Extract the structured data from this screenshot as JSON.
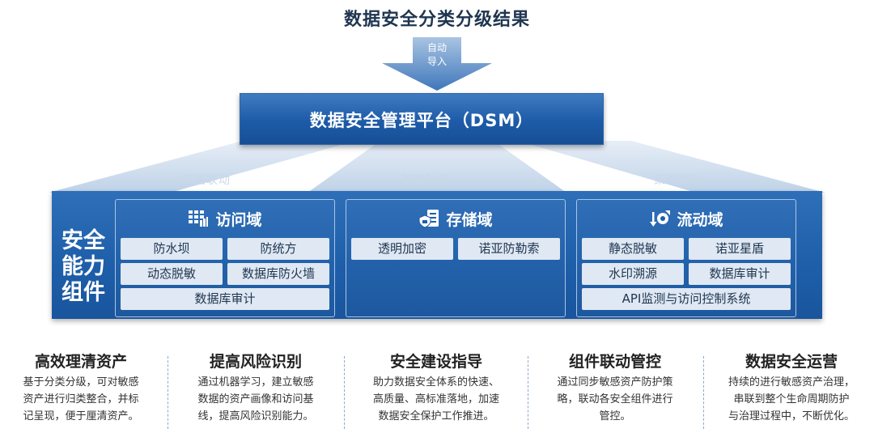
{
  "title": "数据安全分类分级结果",
  "auto_import": {
    "line1": "自动",
    "line2": "导入"
  },
  "dsm": {
    "label": "数据安全管理平台（DSM）"
  },
  "links": [
    "策略联动",
    "策略联动",
    "策略联动"
  ],
  "panel_label": {
    "line1": "安全",
    "line2": "能力",
    "line3": "组件"
  },
  "domains": [
    {
      "title": "访问域",
      "icon": "grid-icon",
      "items": [
        "防水坝",
        "防统方",
        "动态脱敏",
        "数据库防火墙",
        "数据库审计"
      ]
    },
    {
      "title": "存储域",
      "icon": "database-shield-icon",
      "items": [
        "透明加密",
        "诺亚防勒索"
      ]
    },
    {
      "title": "流动域",
      "icon": "flow-icon",
      "items": [
        "静态脱敏",
        "诺亚星盾",
        "水印溯源",
        "数据库审计",
        "API监测与访问控制系统"
      ]
    }
  ],
  "features": [
    {
      "title": "高效理清资产",
      "lines": [
        "基于分类分级，可对敏感",
        "资产进行归类整合，并标",
        "记呈现，便于厘清资产。"
      ]
    },
    {
      "title": "提高风险识别",
      "lines": [
        "通过机器学习，建立敏感",
        "数据的资产画像和访问基",
        "线，提高风险识别能力。"
      ]
    },
    {
      "title": "安全建设指导",
      "lines": [
        "助力数据安全体系的快速、",
        "高质量、高标准落地，加速",
        "数据安全保护工作推进。"
      ]
    },
    {
      "title": "组件联动管控",
      "lines": [
        "通过同步敏感资产防护策",
        "略，联动各安全组件进行",
        "管控。"
      ]
    },
    {
      "title": "数据安全运营",
      "lines": [
        "持续的进行敏感资产治理，",
        "串联到整个生命周期防护",
        "与治理过程中，不断优化。"
      ]
    }
  ],
  "colors": {
    "primary": "#1d5ba8",
    "chip": "#dfe8f3",
    "title": "#1f3550"
  }
}
